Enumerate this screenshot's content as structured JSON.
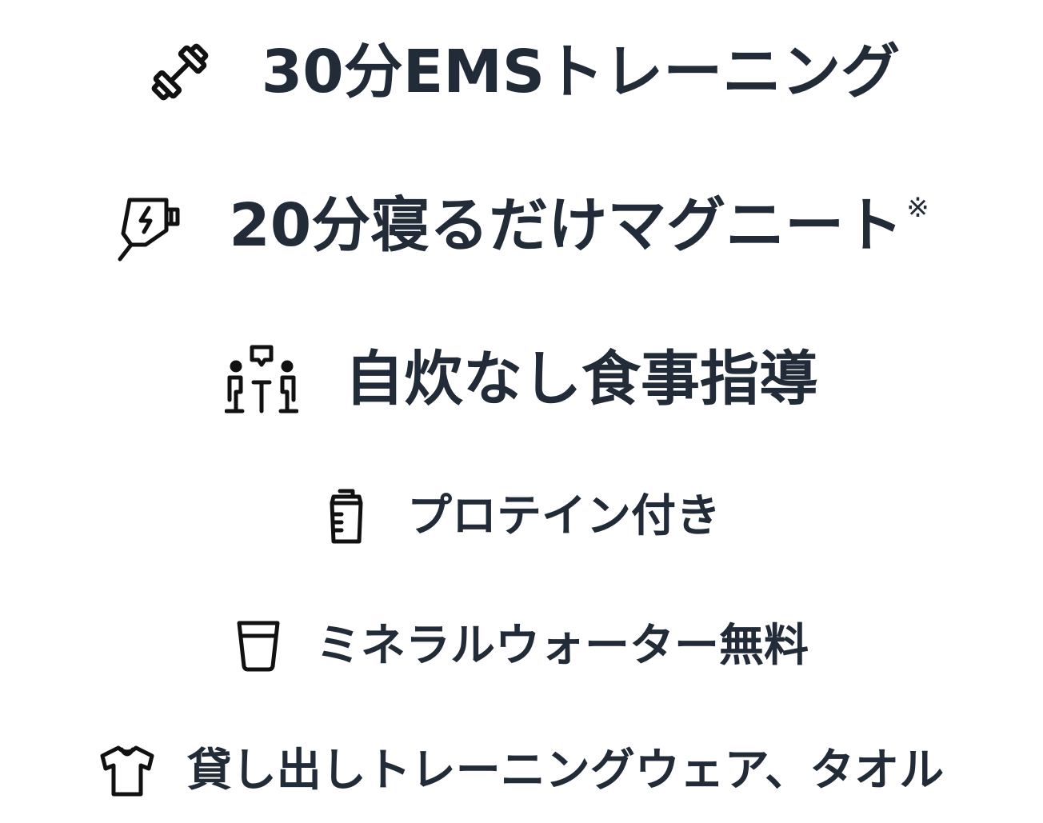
{
  "features": [
    {
      "icon": "dumbbell-icon",
      "label": "30分EMSトレーニング"
    },
    {
      "icon": "magnet-device-icon",
      "label": "20分寝るだけマグニート",
      "note": "※"
    },
    {
      "icon": "meal-consultation-icon",
      "label": "自炊なし食事指導"
    },
    {
      "icon": "protein-shaker-icon",
      "label": "プロテイン付き"
    },
    {
      "icon": "water-glass-icon",
      "label": "ミネラルウォーター無料"
    },
    {
      "icon": "t-shirt-icon",
      "label": "貸し出しトレーニングウェア、タオル"
    }
  ],
  "colors": {
    "text": "#222b38",
    "icon": "#111111",
    "background": "#ffffff"
  }
}
